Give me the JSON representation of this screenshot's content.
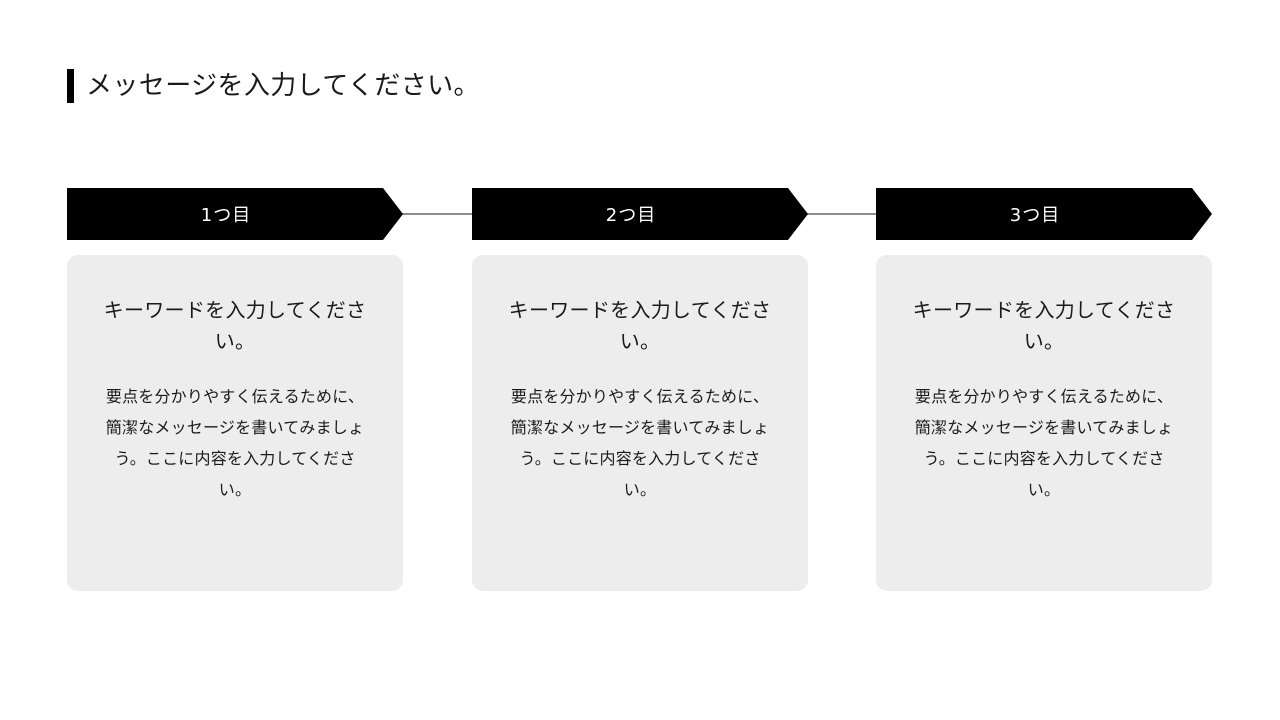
{
  "slide": {
    "background_color": "#ffffff",
    "accent_color": "#000000",
    "card_color": "#ededed",
    "connector_color": "#8c8c8c",
    "title": "メッセージを入力してください。"
  },
  "steps": [
    {
      "label": "1つ目"
    },
    {
      "label": "2つ目"
    },
    {
      "label": "3つ目"
    }
  ],
  "cards": [
    {
      "heading": "キーワードを入力してください。",
      "body": "要点を分かりやすく伝えるために、簡潔なメッセージを書いてみましょう。ここに内容を入力してください。"
    },
    {
      "heading": "キーワードを入力してください。",
      "body": "要点を分かりやすく伝えるために、簡潔なメッセージを書いてみましょう。ここに内容を入力してください。"
    },
    {
      "heading": "キーワードを入力してください。",
      "body": "要点を分かりやすく伝えるために、簡潔なメッセージを書いてみましょう。ここに内容を入力してください。"
    }
  ]
}
